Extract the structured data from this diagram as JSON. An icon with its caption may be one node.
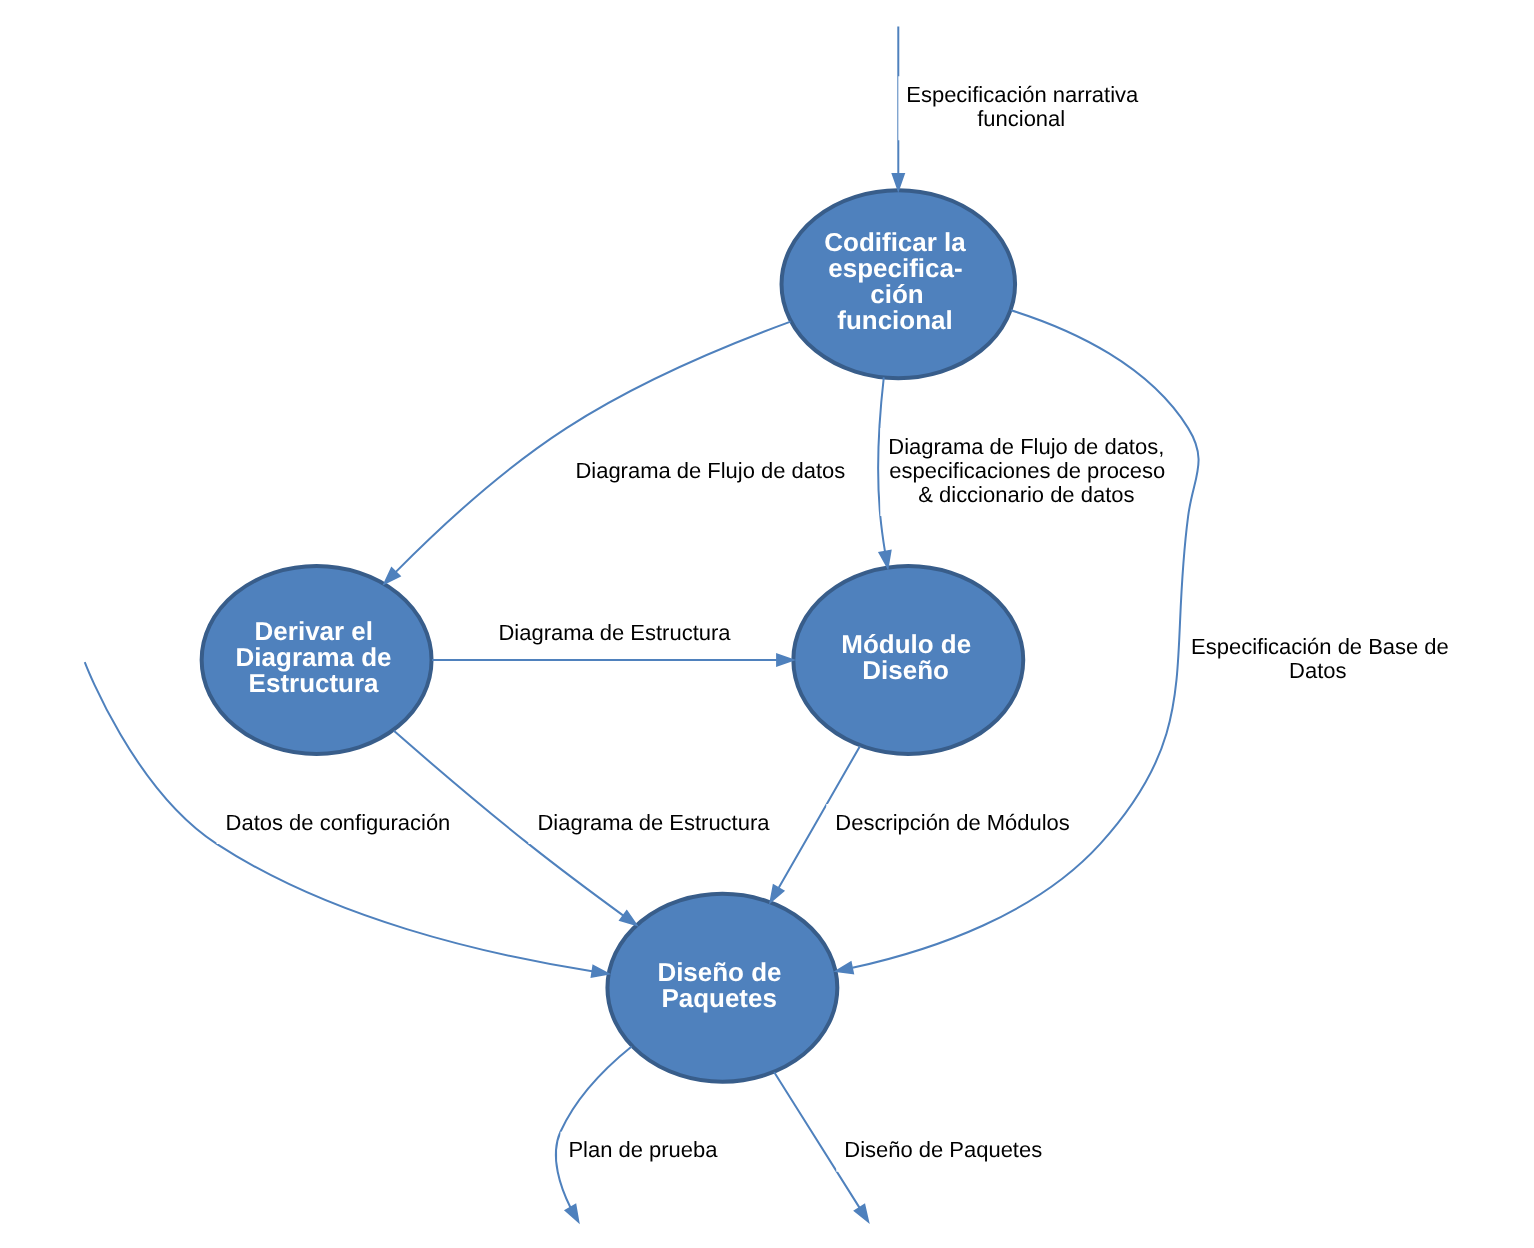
{
  "diagram": {
    "nodes": [
      {
        "text": [
          "Codificar la especifica- ción funcional"
        ]
      },
      {
        "text": [
          "Derivar el Diagrama de Estructura"
        ]
      },
      {
        "text": [
          "Módulo de Diseño"
        ]
      },
      {
        "text": [
          "Diseño de Paquetes"
        ]
      }
    ],
    "edges": [
      {
        "from": null,
        "to": 0,
        "arrow": "to",
        "label": "Especificación narrativa funcional"
      },
      {
        "from": 0,
        "to": 1,
        "arrow": "to",
        "label": "Diagrama de Flujo de datos"
      },
      {
        "from": 0,
        "to": 2,
        "arrow": "to",
        "label": "Diagrama de Flujo de datos, especificaciones de proceso & diccionario de datos"
      },
      {
        "from": 1,
        "to": 2,
        "arrow": "to",
        "label": "Diagrama de Estructura"
      },
      {
        "from": 0,
        "to": 3,
        "arrow": "to",
        "label": "Especificación de Base de Datos"
      },
      {
        "from": 2,
        "to": 3,
        "arrow": "to",
        "label": "Descripción de Módulos"
      },
      {
        "from": 1,
        "to": 3,
        "arrow": "to",
        "label": "Diagrama de Estructura"
      },
      {
        "from": null,
        "to": 3,
        "arrow": "to",
        "label": "Datos de configuración"
      },
      {
        "from": 3,
        "to": null,
        "arrow": "to",
        "label": "Plan de prueba"
      },
      {
        "from": 3,
        "to": null,
        "arrow": "to",
        "label": "Diseño de Paquetes"
      }
    ]
  }
}
